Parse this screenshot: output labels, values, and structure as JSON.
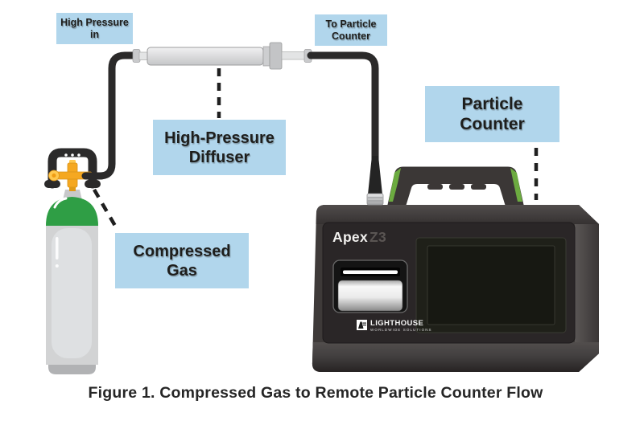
{
  "title": "Compressed gas to remote particle counter flow diagram",
  "labels": {
    "high_pressure_in": "High Pressure in",
    "to_particle_counter": "To Particle\nCounter",
    "high_pressure_diffuser": "High-Pressure\nDiffuser",
    "particle_counter": "Particle\nCounter",
    "compressed_gas": "Compressed\nGas"
  },
  "device": {
    "brand_text": "Apex",
    "model_text": "Z3",
    "logo_text": "LIGHTHOUSE",
    "logo_tagline": "WORLDWIDE SOLUTIONS"
  },
  "caption": "Figure 1. Compressed Gas to Remote Particle Counter Flow",
  "colors": {
    "label_bg": "#b1d6ec",
    "label_text": "#1e1e1c",
    "tube_black": "#2b2a2a",
    "cylinder_green": "#2f9e45",
    "cylinder_gray": "#d2d3d4",
    "handle_green": "#6cab40",
    "valve_orange": "#f5a821",
    "device_body": "#3e3a39",
    "device_face": "#2a2627",
    "caption_text": "#262626"
  }
}
